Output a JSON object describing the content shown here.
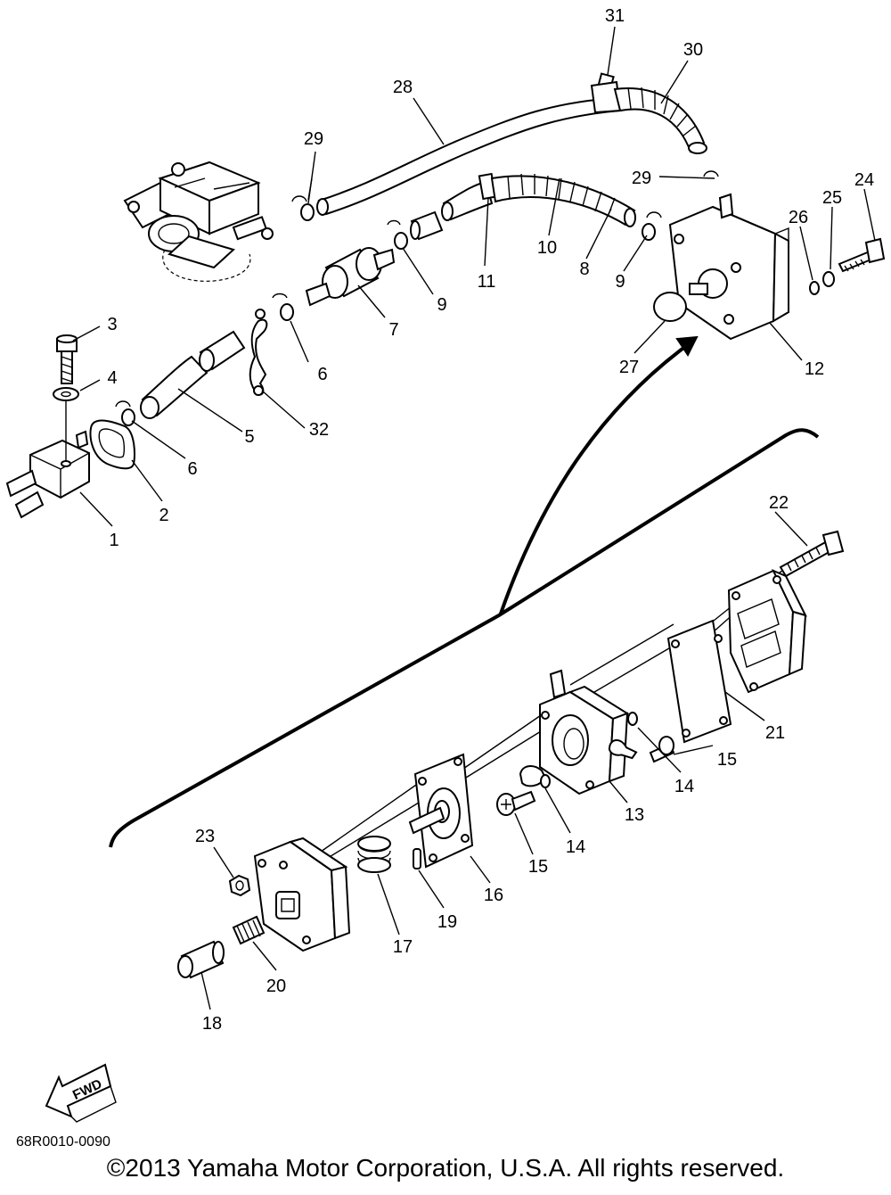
{
  "diagram": {
    "labels": [
      {
        "id": "1",
        "text": "1"
      },
      {
        "id": "2",
        "text": "2"
      },
      {
        "id": "3",
        "text": "3"
      },
      {
        "id": "4",
        "text": "4"
      },
      {
        "id": "5",
        "text": "5"
      },
      {
        "id": "6a",
        "text": "6"
      },
      {
        "id": "6b",
        "text": "6"
      },
      {
        "id": "7",
        "text": "7"
      },
      {
        "id": "8",
        "text": "8"
      },
      {
        "id": "9a",
        "text": "9"
      },
      {
        "id": "9b",
        "text": "9"
      },
      {
        "id": "10",
        "text": "10"
      },
      {
        "id": "11",
        "text": "11"
      },
      {
        "id": "12",
        "text": "12"
      },
      {
        "id": "13",
        "text": "13"
      },
      {
        "id": "14a",
        "text": "14"
      },
      {
        "id": "14b",
        "text": "14"
      },
      {
        "id": "15a",
        "text": "15"
      },
      {
        "id": "15b",
        "text": "15"
      },
      {
        "id": "16",
        "text": "16"
      },
      {
        "id": "17",
        "text": "17"
      },
      {
        "id": "18",
        "text": "18"
      },
      {
        "id": "19",
        "text": "19"
      },
      {
        "id": "20",
        "text": "20"
      },
      {
        "id": "21",
        "text": "21"
      },
      {
        "id": "22",
        "text": "22"
      },
      {
        "id": "23",
        "text": "23"
      },
      {
        "id": "24",
        "text": "24"
      },
      {
        "id": "25",
        "text": "25"
      },
      {
        "id": "26",
        "text": "26"
      },
      {
        "id": "27",
        "text": "27"
      },
      {
        "id": "28",
        "text": "28"
      },
      {
        "id": "29a",
        "text": "29"
      },
      {
        "id": "29b",
        "text": "29"
      },
      {
        "id": "30",
        "text": "30"
      },
      {
        "id": "31",
        "text": "31"
      },
      {
        "id": "32",
        "text": "32"
      }
    ],
    "fwd_label": "FWD",
    "drawing_number": "68R0010-0090",
    "copyright": "©2013 Yamaha Motor Corporation, U.S.A. All rights reserved."
  }
}
